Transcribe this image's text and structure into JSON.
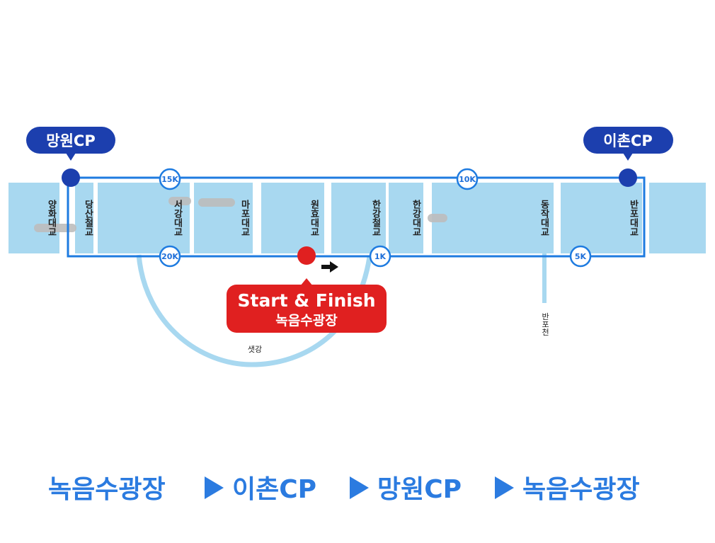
{
  "checkpoints": {
    "mangwon": "망원CP",
    "ichon": "이촌CP"
  },
  "bridges": [
    {
      "label": "양화대교"
    },
    {
      "label": "당산철교"
    },
    {
      "label": "서강대교"
    },
    {
      "label": "마포대교"
    },
    {
      "label": "원효대교"
    },
    {
      "label": "한강철교"
    },
    {
      "label": "한강대교"
    },
    {
      "label": "동작대교"
    },
    {
      "label": "반포대교"
    }
  ],
  "km_markers": {
    "k15": "15K",
    "k10": "10K",
    "k20": "20K",
    "k1": "1K",
    "k5": "5K"
  },
  "start_finish": {
    "line1": "Start & Finish",
    "line2": "녹음수광장"
  },
  "streams": {
    "saetgang": "샛강",
    "banpocheon": "반포천"
  },
  "route": {
    "steps": [
      "녹음수광장",
      "이촌CP",
      "망원CP",
      "녹음수광장"
    ],
    "separator": "▶"
  },
  "colors": {
    "river": "#a8d8f0",
    "course": "#1e7be0",
    "cp_pin": "#1c3fae",
    "start": "#e02020",
    "route_text": "#2b7be0"
  }
}
